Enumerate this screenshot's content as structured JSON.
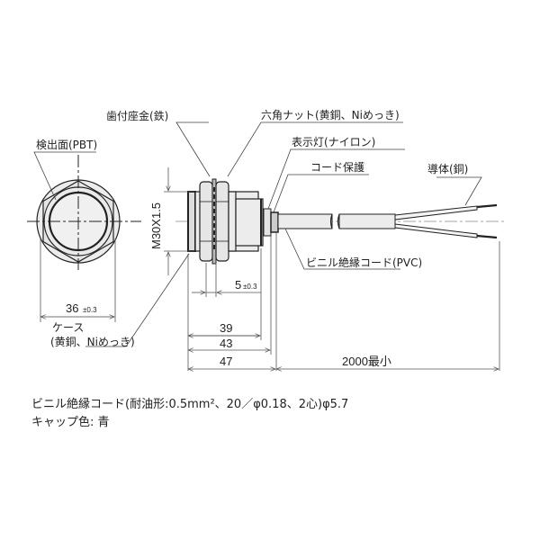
{
  "labels": {
    "sensing_face": "検出面(PBT)",
    "toothed_washer": "歯付座金(鉄)",
    "hex_nut": "六角ナット(黄銅、Niめっき)",
    "indicator": "表示灯(ナイロン)",
    "cord_protector": "コード保護",
    "conductor": "導体(銅)",
    "vinyl_cord": "ビニル絶縁コード(PVC)",
    "case_line1": "ケース",
    "case_line2": "(黄銅、Niめっき)"
  },
  "dimensions": {
    "thread": "M30X1.5",
    "diameter": "36",
    "diameter_tol": "±0.3",
    "nut_thickness": "5",
    "nut_thickness_tol": "±0.3",
    "len_39": "39",
    "len_43": "43",
    "len_47": "47",
    "cord_length": "2000最小"
  },
  "specs": {
    "cord": "ビニル絶縁コード(耐油形:0.5mm²、20／φ0.18、2心)φ5.7",
    "cap_color": "キャップ色: 青"
  },
  "colors": {
    "line": "#222222",
    "fill": "#e8e8e8",
    "leader": "#555555"
  }
}
